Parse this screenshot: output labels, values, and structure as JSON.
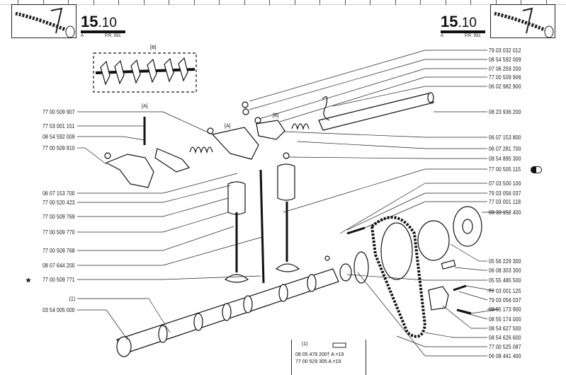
{
  "header": {
    "page_major": "15",
    "page_minor": ".10",
    "variant": "A",
    "ref": "P.R. 931"
  },
  "callouts": {
    "b": "[B]",
    "a1": "[A]",
    "a2": "[A]",
    "b2": "[B]"
  },
  "right_labels": [
    "79 03 032 012",
    "08 54 592 009",
    "07 06 259 200",
    "77 00 509 906",
    "06 02 982 900",
    "08 23 936 200",
    "06 07 153 800",
    "06 07 281 700",
    "08 54 895 300",
    "77 00 505 115",
    "07 03 500 100",
    "79 03 056 037",
    "77 03 001 118",
    "08 33 152 400",
    "05 56 229 300",
    "06 08 303 300",
    "05 55 485 500",
    "77 03 001 125",
    "79 03 056 037",
    "08 55 173 900",
    "08 55 174 000",
    "08 54 627 500",
    "08 54 626 600",
    "77 00 525 087",
    "06 08 441 400"
  ],
  "left_labels": [
    "77 00 509 907",
    "77 03 001 151",
    "08 54 592 009",
    "77 00 509 910",
    "06 07 153 700",
    "77 00 520 423",
    "77 00 509 769",
    "77 00 509 770",
    "77 00 509 768",
    "08 07 644 200",
    "77 00 509 771",
    "(1)",
    "03 54 005 000"
  ],
  "note": {
    "title": "(1)",
    "rows": [
      "08 05 478 200†  A =19",
      "77 00 529 305   A =19"
    ]
  },
  "icons": [
    "kit-icon",
    "kit-icon"
  ]
}
